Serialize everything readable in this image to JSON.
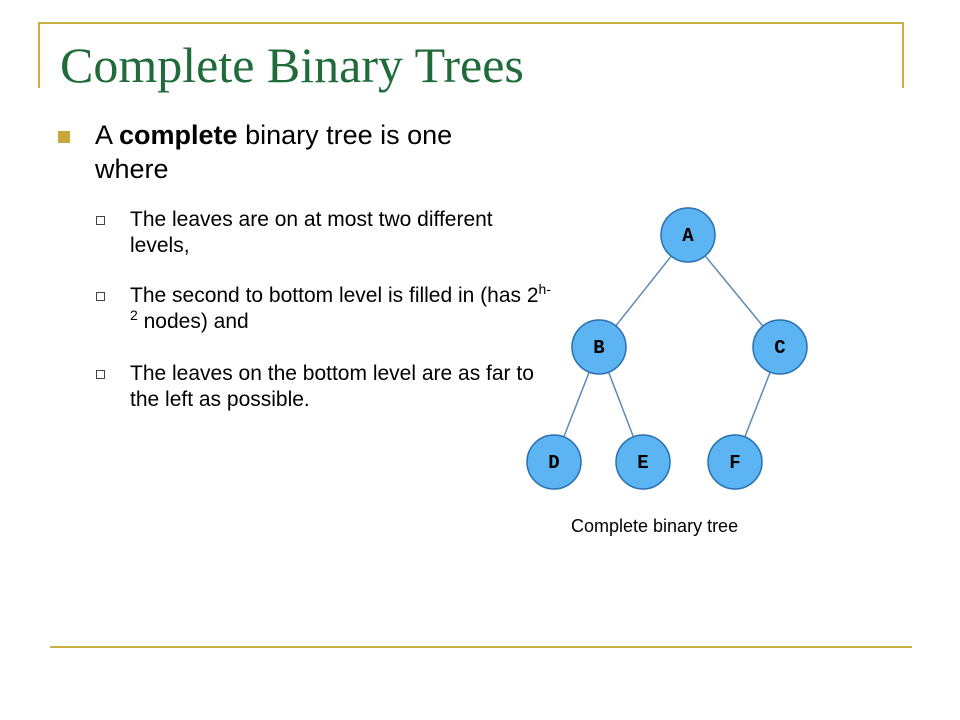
{
  "slide": {
    "title": "Complete Binary Trees",
    "main_bullet": {
      "prefix": "A ",
      "emphasis": "complete",
      "suffix": " binary tree is one where"
    },
    "sub_bullets": [
      {
        "text": "The leaves are on at most two different levels,"
      },
      {
        "before": "The second to bottom level is filled in (has 2",
        "sup": "h-2",
        "after": " nodes) and"
      },
      {
        "text": "The leaves on the bottom level are as far to the left as possible."
      }
    ]
  },
  "diagram": {
    "caption": "Complete binary tree",
    "nodes": [
      {
        "id": "A",
        "label": "A"
      },
      {
        "id": "B",
        "label": "B"
      },
      {
        "id": "C",
        "label": "C"
      },
      {
        "id": "D",
        "label": "D"
      },
      {
        "id": "E",
        "label": "E"
      },
      {
        "id": "F",
        "label": "F"
      }
    ],
    "edges": [
      [
        "A",
        "B"
      ],
      [
        "A",
        "C"
      ],
      [
        "B",
        "D"
      ],
      [
        "B",
        "E"
      ],
      [
        "C",
        "F"
      ]
    ],
    "colors": {
      "node_fill": "#5cb5f2",
      "node_stroke": "#2a6fb0",
      "edge": "#5b8bb8",
      "rule": "#c8b045",
      "title": "#1f6b3a"
    }
  }
}
